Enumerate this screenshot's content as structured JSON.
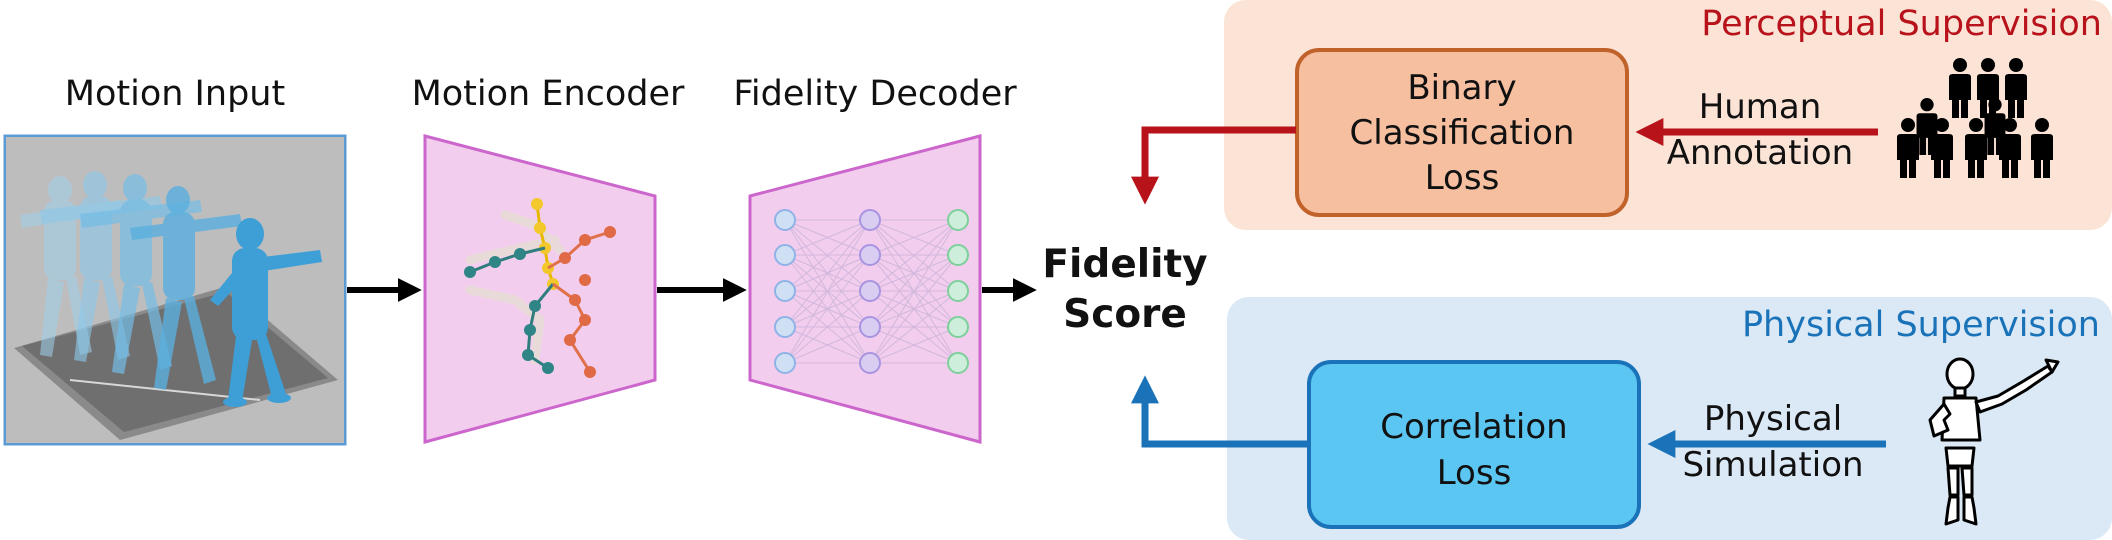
{
  "pipeline": {
    "motion_input_label": "Motion Input",
    "motion_encoder_label": "Motion Encoder",
    "fidelity_decoder_label": "Fidelity Decoder",
    "output_label_line1": "Fidelity",
    "output_label_line2": "Score"
  },
  "perceptual": {
    "title": "Perceptual Supervision",
    "loss_line1": "Binary",
    "loss_line2": "Classification",
    "loss_line3": "Loss",
    "source_line1": "Human",
    "source_line2": "Annotation",
    "icon": "crowd-icon"
  },
  "physical": {
    "title": "Physical Supervision",
    "loss_line1": "Correlation",
    "loss_line2": "Loss",
    "source_line1": "Physical",
    "source_line2": "Simulation",
    "icon": "mannequin-icon"
  },
  "colors": {
    "perceptual_panel": "#fbe3d6",
    "perceptual_box": "#f5bfa0",
    "perceptual_border": "#c0622a",
    "perceptual_arrow": "#b8121b",
    "physical_panel": "#dbe8f5",
    "physical_box": "#5cc6f2",
    "physical_border": "#1a73b8",
    "physical_arrow": "#1a73b8",
    "trapezoid_fill": "#f2cdee",
    "trapezoid_border": "#cc66cc",
    "input_border": "#5b9bd5"
  }
}
